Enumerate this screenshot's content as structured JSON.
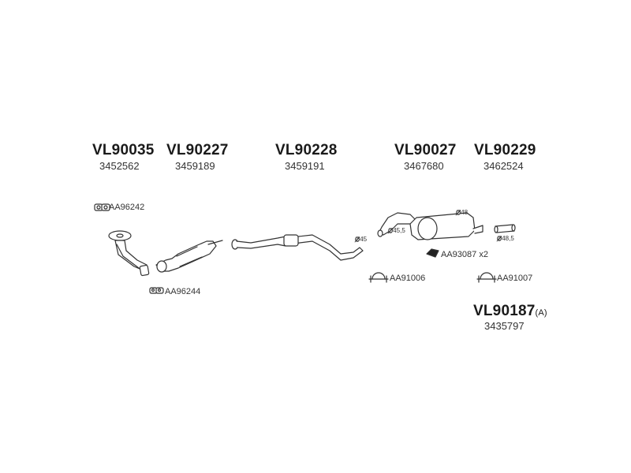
{
  "parts": [
    {
      "code": "VL90035",
      "ref": "3452562"
    },
    {
      "code": "VL90227",
      "ref": "3459189"
    },
    {
      "code": "VL90228",
      "ref": "3459191"
    },
    {
      "code": "VL90027",
      "ref": "3467680"
    },
    {
      "code": "VL90229",
      "ref": "3462524"
    },
    {
      "code": "VL90187",
      "suffix": "(A)",
      "ref": "3435797"
    }
  ],
  "accessories": [
    {
      "code": "AA96242"
    },
    {
      "code": "AA96244"
    },
    {
      "code": "AA91006"
    },
    {
      "code": "AA93087 x2"
    },
    {
      "code": "AA91007"
    }
  ],
  "dimensions": [
    "Ø45",
    "Ø45,5",
    "Ø48",
    "Ø48,5"
  ]
}
